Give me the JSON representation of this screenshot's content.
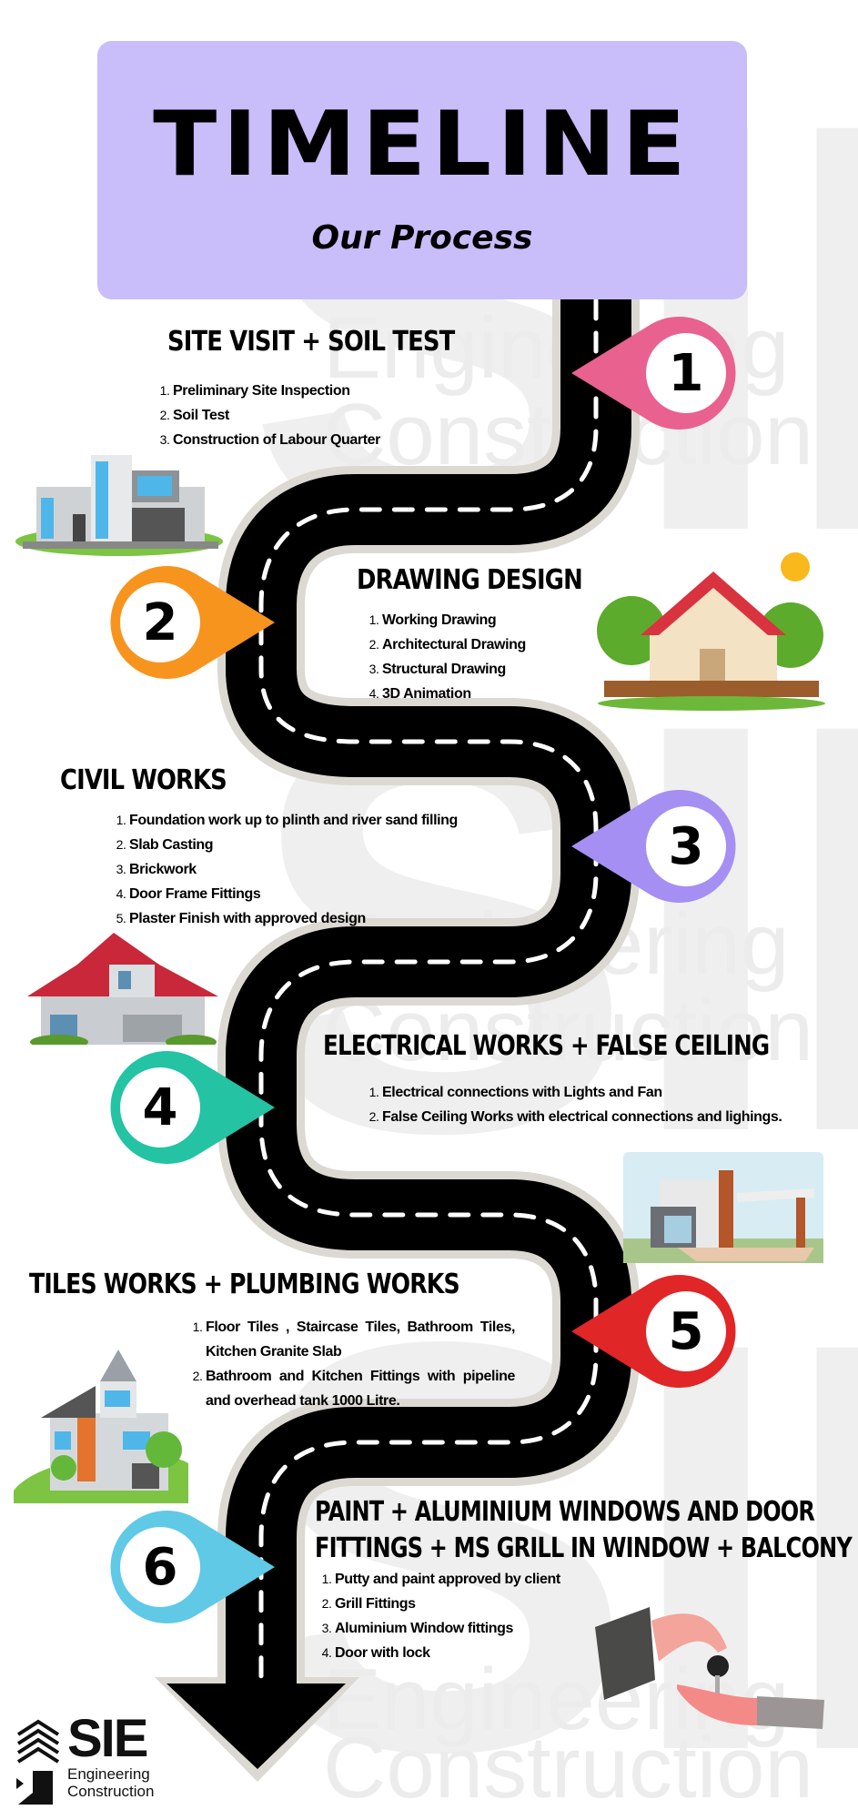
{
  "header": {
    "title": "TIMELINE",
    "subtitle": "Our Process",
    "background_color": "#c9bdfa"
  },
  "watermark": {
    "brand": "SIE",
    "line1": "Engineering",
    "line2": "Construction"
  },
  "steps": [
    {
      "number": "1",
      "color": "#e8618f",
      "title": "SITE VISIT + SOIL TEST",
      "items": [
        "Preliminary Site Inspection",
        "Soil Test",
        "Construction of Labour  Quarter"
      ]
    },
    {
      "number": "2",
      "color": "#f7941e",
      "title": "DRAWING DESIGN",
      "items": [
        "Working Drawing",
        "Architectural Drawing",
        "Structural Drawing",
        "3D Animation"
      ]
    },
    {
      "number": "3",
      "color": "#a58ff2",
      "title": "CIVIL WORKS",
      "items": [
        "Foundation work up to plinth and river sand filling",
        "Slab Casting",
        "Brickwork",
        "Door Frame Fittings",
        "Plaster Finish with approved design"
      ]
    },
    {
      "number": "4",
      "color": "#23c3a4",
      "title": "ELECTRICAL WORKS + FALSE CEILING",
      "items": [
        "Electrical connections with Lights and Fan",
        "False Ceiling Works with electrical connections and lighings."
      ]
    },
    {
      "number": "5",
      "color": "#e02626",
      "title": "TILES WORKS + PLUMBING WORKS",
      "items": [
        "Floor Tiles , Staircase Tiles, Bathroom Tiles, Kitchen Granite Slab",
        "Bathroom and Kitchen Fittings with pipeline and overhead tank 1000 Litre."
      ]
    },
    {
      "number": "6",
      "color": "#5fc9e6",
      "title_line1": "PAINT + ALUMINIUM WINDOWS AND DOOR",
      "title_line2": "FITTINGS + MS GRILL IN WINDOW + BALCONY",
      "items": [
        "Putty and paint approved by client",
        "Grill Fittings",
        "Aluminium Window fittings",
        "Door with lock"
      ]
    }
  ],
  "logo": {
    "brand": "SIE",
    "line1": "Engineering",
    "line2": "Construction"
  }
}
